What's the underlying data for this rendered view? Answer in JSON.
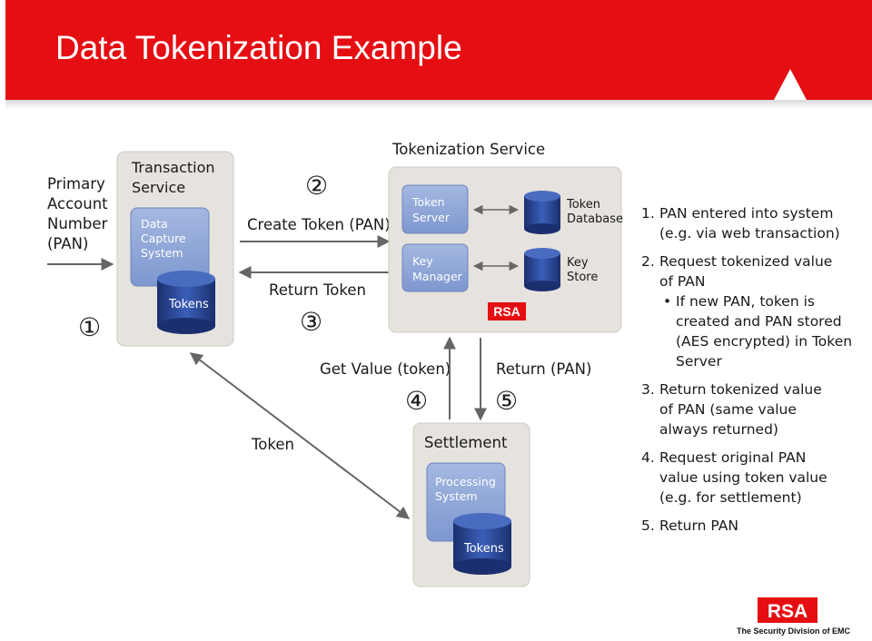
{
  "header": {
    "title": "Data Tokenization Example"
  },
  "colors": {
    "brand_red": "#e50e12",
    "panel_gray": "#e6e3de",
    "inner_blue": "#8fa7d6",
    "cylinder_blue": "#1f3f8f"
  },
  "diagram": {
    "primary_account": [
      "Primary",
      "Account",
      "Number",
      "(PAN)"
    ],
    "transaction_service": {
      "title": [
        "Transaction",
        "Service"
      ],
      "inner": [
        "Data",
        "Capture",
        "System"
      ],
      "db": "Tokens"
    },
    "tokenization_service": {
      "title": "Tokenization Service",
      "token_server": [
        "Token",
        "Server"
      ],
      "key_manager": [
        "Key",
        "Manager"
      ],
      "token_database": [
        "Token",
        "Database"
      ],
      "key_store": [
        "Key",
        "Store"
      ],
      "logo": "RSA"
    },
    "settlement": {
      "title": "Settlement",
      "inner": [
        "Processing",
        "System"
      ],
      "db": "Tokens"
    },
    "flows": {
      "create_token": "Create Token (PAN)",
      "return_token": "Return Token",
      "get_value": "Get Value (token)",
      "return_pan": "Return (PAN)",
      "token": "Token"
    },
    "step_markers": [
      "①",
      "②",
      "③",
      "④",
      "⑤"
    ]
  },
  "steps": {
    "s1_num": "1.",
    "s1": [
      "PAN entered into system",
      "(e.g. via web transaction)"
    ],
    "s2_num": "2.",
    "s2": [
      "Request tokenized value",
      "of PAN"
    ],
    "s2_sub": [
      "If new PAN, token is",
      "created and PAN stored",
      "(AES encrypted) in Token",
      "Server"
    ],
    "s3_num": "3.",
    "s3": [
      "Return tokenized value",
      "of PAN (same value",
      "always returned)"
    ],
    "s4_num": "4.",
    "s4": [
      "Request original PAN",
      "value using token value",
      "(e.g. for settlement)"
    ],
    "s5_num": "5.",
    "s5": [
      "Return PAN"
    ]
  },
  "footer": {
    "logo": "RSA",
    "tagline": "The Security Division of EMC"
  }
}
